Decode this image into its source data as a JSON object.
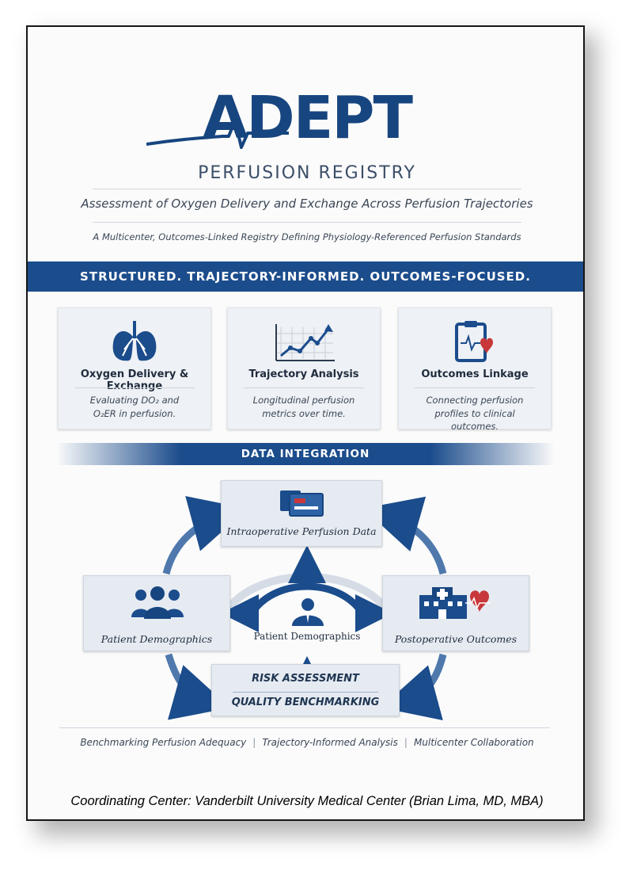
{
  "header": {
    "logo_text": "ADEPT",
    "registry_name": "PERFUSION REGISTRY",
    "tagline": "Assessment of Oxygen Delivery and Exchange Across Perfusion Trajectories",
    "subtagline": "A Multicenter, Outcomes-Linked Registry Defining Physiology-Referenced Perfusion Standards"
  },
  "banner": {
    "text": "STRUCTURED. TRAJECTORY-INFORMED. OUTCOMES-FOCUSED."
  },
  "features": [
    {
      "title": "Oxygen Delivery & Exchange",
      "desc_line1": "Evaluating DO₂ and",
      "desc_line2": "O₂ER in perfusion.",
      "icon": "lungs-icon"
    },
    {
      "title": "Trajectory Analysis",
      "desc_line1": "Longitudinal perfusion",
      "desc_line2": "metrics over time.",
      "icon": "line-chart-icon"
    },
    {
      "title": "Outcomes Linkage",
      "desc_line1": "Connecting perfusion",
      "desc_line2": "profiles to clinical outcomes.",
      "icon": "clipboard-heart-icon"
    }
  ],
  "integration": {
    "title": "DATA INTEGRATION",
    "intraop_label": "Intraoperative Perfusion Data",
    "demographics_label": "Patient Demographics",
    "center_label": "Patient Demographics",
    "postop_label": "Postoperative Outcomes",
    "risk_label": "RISK ASSESSMENT",
    "quality_label": "QUALITY BENCHMARKING"
  },
  "footer": {
    "item1": "Benchmarking Perfusion Adequacy",
    "item2": "Trajectory-Informed Analysis",
    "item3": "Multicenter Collaboration",
    "separator": "|",
    "coordinating": "Coordinating Center: Vanderbilt University Medical Center (Brian Lima, MD, MBA)"
  },
  "colors": {
    "brand_blue": "#1b4c8c",
    "heart_red": "#c8383a",
    "text_dark": "#1f2c3d"
  }
}
